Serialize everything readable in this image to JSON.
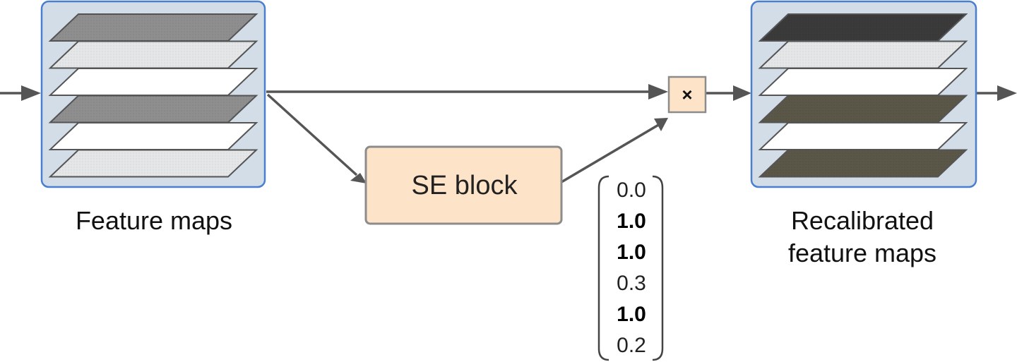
{
  "labels": {
    "feature_maps": "Feature maps",
    "recalibrated_line1": "Recalibrated",
    "recalibrated_line2": "feature maps",
    "se_block": "SE block",
    "multiply": "×"
  },
  "weights": [
    "0.0",
    "1.0",
    "1.0",
    "0.3",
    "1.0",
    "0.2"
  ],
  "weights_bold": [
    false,
    true,
    true,
    false,
    true,
    false
  ],
  "colors": {
    "panel_fill": "#d3dde8",
    "panel_border": "#4a7fd0",
    "block_fill": "#fde3c8",
    "block_border": "#8c8c8c",
    "arrow": "#555555"
  },
  "input_layers": [
    "#8e8e8e",
    "#e4e6e8",
    "#ffffff",
    "#8e8e8e",
    "#ffffff",
    "#e4e6e8"
  ],
  "output_layers": [
    "#3a3a3a",
    "#e4e6e8",
    "#ffffff",
    "#5a5648",
    "#ffffff",
    "#5a5648"
  ]
}
